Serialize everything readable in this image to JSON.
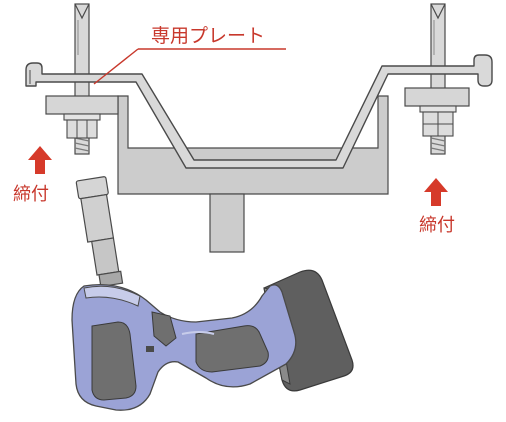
{
  "labels": {
    "plate": "専用プレート",
    "tighten_left": "締付",
    "tighten_right": "締付"
  },
  "colors": {
    "label_red": "#c8382c",
    "arrow_red": "#d63a2a",
    "metal_gray": "#d9d9d9",
    "bracket_gray": "#cccccc",
    "outline": "#4a4a4a",
    "tool_body": "#9ba3d6",
    "tool_dark": "#6f6f6f",
    "tool_battery": "#5f5f5f",
    "thread_gray": "#9a9a9a"
  },
  "icons": {
    "arrow": "up-arrow-icon"
  }
}
